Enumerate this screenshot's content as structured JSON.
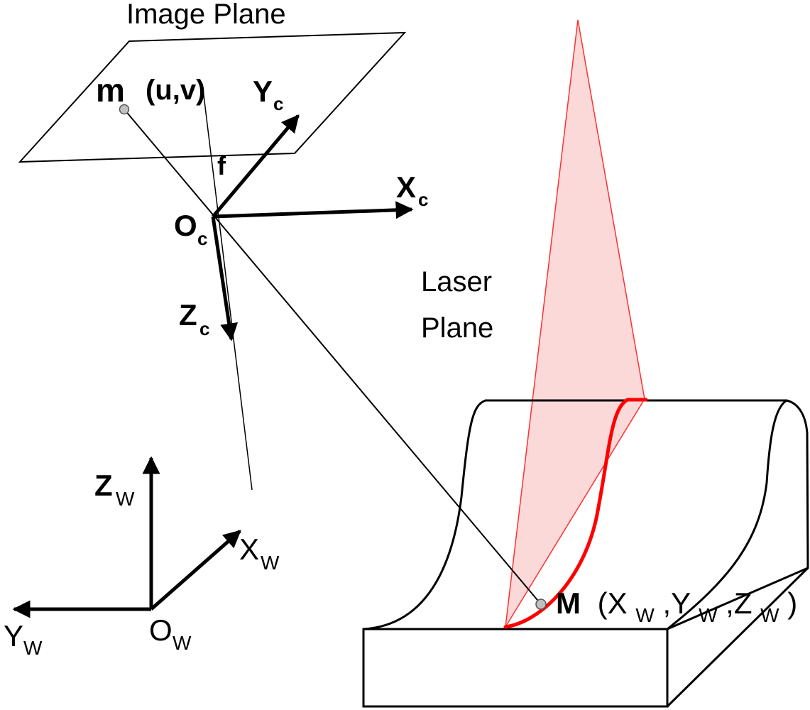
{
  "labels": {
    "image_plane": "Image Plane",
    "m_bold": "m",
    "m_coords": "(u,v)",
    "f": "f",
    "Yc_main": "Y",
    "Yc_sub": "c",
    "Xc_main": "X",
    "Xc_sub": "c",
    "Oc_main": "O",
    "Oc_sub": "c",
    "Zc_main": "Z",
    "Zc_sub": "c",
    "laser_line1": "Laser",
    "laser_line2": "Plane",
    "Zw_main": "Z",
    "Zw_sub": "W",
    "Xw_main": "X",
    "Xw_sub": "W",
    "Yw_main": "Y",
    "Yw_sub": "W",
    "Ow_main": "O",
    "Ow_sub": "W",
    "M_bold": "M",
    "M_open": "(X",
    "M_s1": "W",
    "M_y": ",Y",
    "M_s2": "W",
    "M_z": ",Z",
    "M_s3": "W",
    "M_close": ")"
  },
  "colors": {
    "laser_fill": "#fcd9d9",
    "laser_edge": "#ff3030",
    "laser_curve": "#ff0000",
    "point_fill": "#c0c0c0",
    "ink": "#000000"
  }
}
